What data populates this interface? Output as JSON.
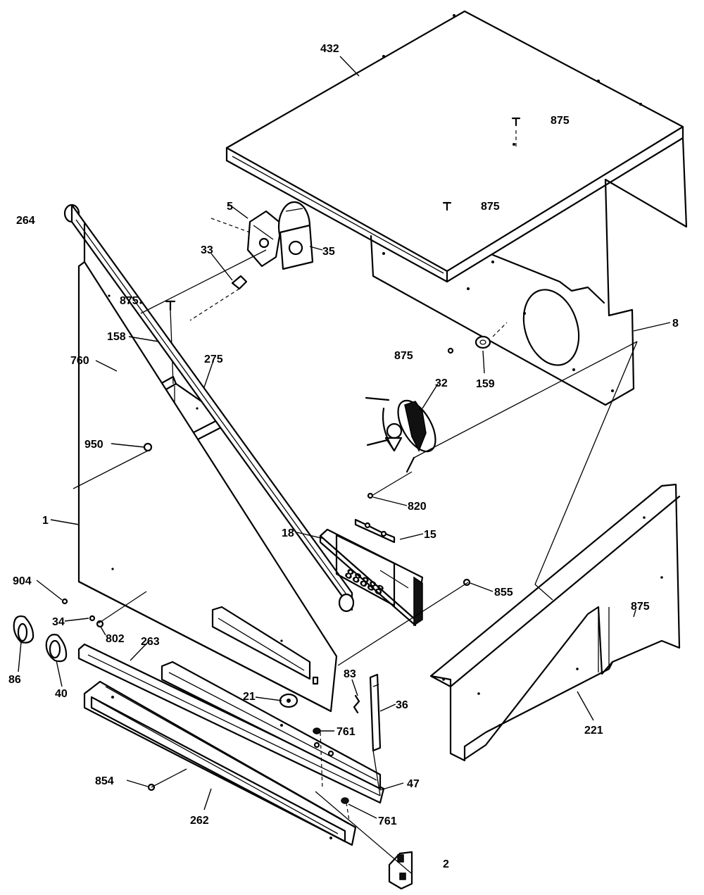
{
  "labels": {
    "p432": "432",
    "p875a": "875",
    "p875b": "875",
    "p875c": "875",
    "p875d": "875",
    "p875e": "875",
    "p8": "8",
    "p158": "158",
    "p760": "760",
    "p275": "275",
    "p159": "159",
    "p32": "32",
    "p950": "950",
    "p5": "5",
    "p264": "264",
    "p33": "33",
    "p35": "35",
    "p820": "820",
    "p1": "1",
    "p18": "18",
    "p15": "15",
    "p904": "904",
    "p855": "855",
    "p34": "34",
    "p802": "802",
    "p263": "263",
    "p86": "86",
    "p40": "40",
    "p83": "83",
    "p21": "21",
    "p36": "36",
    "p761a": "761",
    "p221": "221",
    "p854": "854",
    "p47": "47",
    "p262": "262",
    "p761b": "761",
    "p2": "2"
  }
}
